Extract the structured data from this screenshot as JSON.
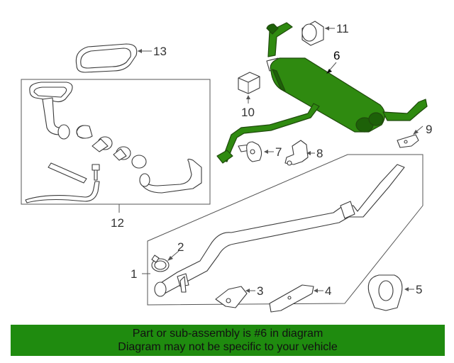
{
  "callouts": {
    "c1": "1",
    "c2": "2",
    "c3": "3",
    "c4": "4",
    "c5": "5",
    "c6": "6",
    "c7": "7",
    "c8": "8",
    "c9": "9",
    "c10": "10",
    "c11": "11",
    "c12": "12",
    "c13": "13"
  },
  "highlight_color": "#2f8a10",
  "banner": {
    "line1": "Part or sub-assembly is #6 in diagram",
    "line2": "Diagram may not be specific to your vehicle",
    "color": "#1f8b0f"
  }
}
